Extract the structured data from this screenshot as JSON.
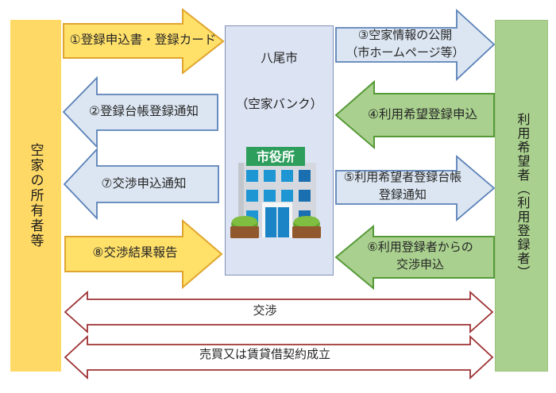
{
  "left_column": {
    "label": "空家の所有者等"
  },
  "right_column": {
    "label": "利用希望者（利用登録者）"
  },
  "center": {
    "title": "八尾市",
    "subtitle": "（空家バンク）",
    "building_sign": "市役所"
  },
  "arrows": {
    "a1": {
      "label": "①登録申込書・登録カード",
      "direction": "right",
      "style": "yellow"
    },
    "a2": {
      "label": "②登録台帳登録通知",
      "direction": "left",
      "style": "blue"
    },
    "a3": {
      "label": "③空家情報の公開\n（市ホームページ等）",
      "direction": "right",
      "style": "blue"
    },
    "a4": {
      "label": "④利用希望登録申込",
      "direction": "left",
      "style": "green"
    },
    "a5": {
      "label": "⑤利用希望者登録台帳\n登録通知",
      "direction": "right",
      "style": "blue"
    },
    "a6": {
      "label": "⑥利用登録者からの\n交渉申込",
      "direction": "left",
      "style": "green"
    },
    "a7": {
      "label": "⑦交渉申込通知",
      "direction": "left",
      "style": "blue"
    },
    "a8": {
      "label": "⑧交渉結果報告",
      "direction": "right",
      "style": "yellow"
    },
    "negotiation": {
      "label": "交渉",
      "direction": "both",
      "style": "red-outline"
    },
    "contract": {
      "label": "売買又は賃貸借契約成立",
      "direction": "both",
      "style": "red-outline"
    }
  },
  "colors": {
    "owner_column": "#FFD966",
    "user_column": "#A9D08E",
    "yellow_arrow_fill": "#FFE069",
    "yellow_arrow_border": "#E0A52F",
    "blue_arrow_fill": "#DCE6F2",
    "blue_arrow_border": "#5B82B8",
    "green_arrow_fill": "#A9D08E",
    "green_arrow_border": "#569A38",
    "center_box_fill": "#DCE3F2",
    "center_box_border": "#8091B8",
    "outline_arrow_border": "#9E3234",
    "building_sign_green": "#2E9E5C"
  }
}
